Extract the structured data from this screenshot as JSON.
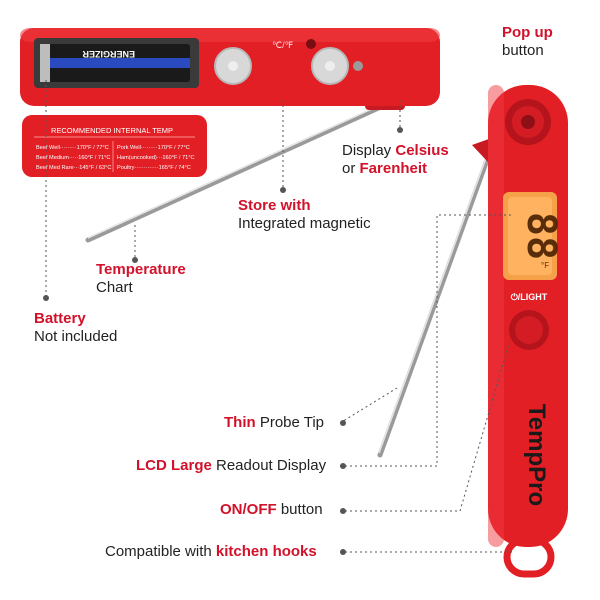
{
  "colors": {
    "accent": "#d2112a",
    "body": "#e31f26",
    "text": "#222222"
  },
  "labels": {
    "popup": {
      "red": "Pop up",
      "dark": "button"
    },
    "battery": {
      "red": "Battery",
      "dark": "Not included"
    },
    "celsius": {
      "dark1": "Display ",
      "red1": "Celsius",
      "dark2": "or ",
      "red2": "Farenheit"
    },
    "store": {
      "red": "Store with",
      "dark": "Integrated magnetic"
    },
    "chart_label": {
      "red": "Temperature",
      "dark": "Chart"
    },
    "thin": {
      "red": "Thin",
      "dark": " Probe Tip"
    },
    "lcd": {
      "red": "LCD Large",
      "dark": " Readout Display"
    },
    "onoff": {
      "red": "ON/OFF",
      "dark": " button"
    },
    "hooks": {
      "dark": "Compatible with ",
      "red": "kitchen hooks"
    }
  },
  "device": {
    "brand": "TempPro",
    "display": "88",
    "unit": "°F",
    "power_label": "⏻/LIGHT",
    "cf_label": "℃/℉"
  },
  "battery_label": "ENERGIZER",
  "temp_chart": {
    "title": "RECOMMENDED INTERNAL TEMP",
    "rows": [
      [
        "Beef Well·········170°F / 77°C",
        "Pork Well·········170°F / 77°C"
      ],
      [
        "Beef Medium·····160°F / 71°C",
        "Ham(uncooked)···160°F / 71°C"
      ],
      [
        "Beef Med Rare···145°F / 63°C",
        "Poultry·············165°F / 74°C"
      ]
    ]
  }
}
